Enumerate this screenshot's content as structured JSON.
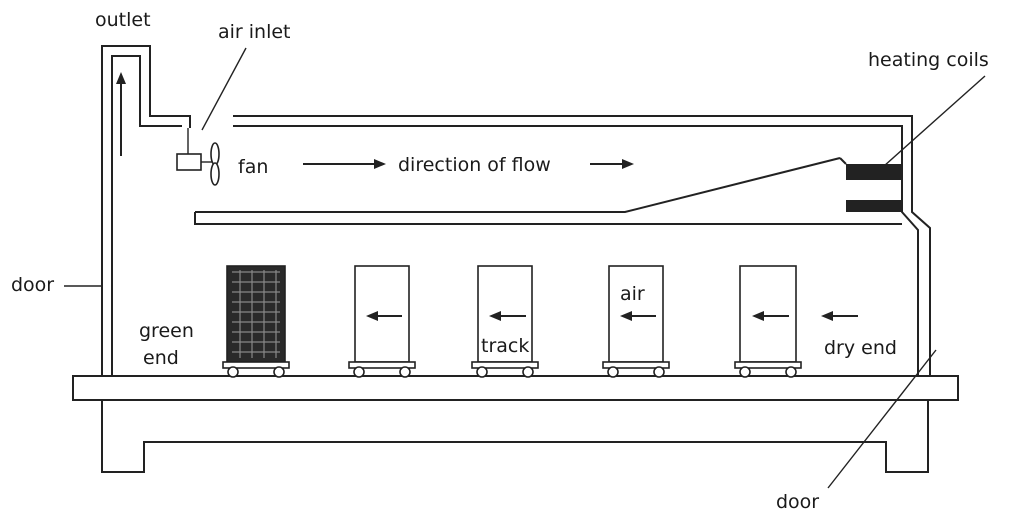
{
  "labels": {
    "outlet": "outlet",
    "air_inlet": "air inlet",
    "fan": "fan",
    "direction_of_flow": "direction of flow",
    "heating_coils": "heating coils",
    "door_left": "door",
    "door_right": "door",
    "green": "green",
    "end": "end",
    "track": "track",
    "air": "air",
    "dry_end": "dry end"
  },
  "colors": {
    "line": "#222222",
    "background": "#ffffff"
  }
}
